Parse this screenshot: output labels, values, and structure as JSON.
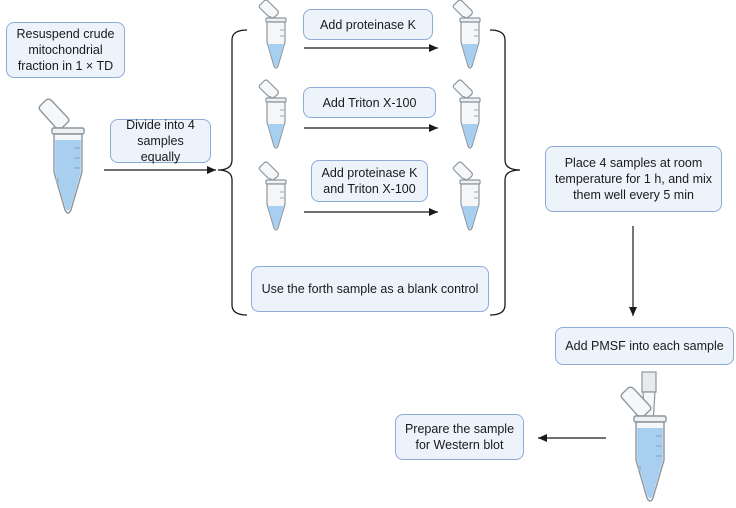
{
  "steps": {
    "resuspend": "Resuspend crude\nmitochondrial\nfraction in 1 × TD",
    "divide": "Divide into 4\nsamples equally",
    "add_proteinase_k": "Add proteinase K",
    "add_triton": "Add Triton X-100",
    "add_both": "Add proteinase K\nand Triton X-100",
    "blank_control": "Use the forth sample as a blank control",
    "incubate": "Place 4 samples at room\ntemperature for 1 h, and mix\nthem well every 5 min",
    "add_pmsf": "Add PMSF into each sample",
    "prepare": "Prepare the sample\nfor Western blot"
  },
  "colors": {
    "box_fill": "#edf3fb",
    "box_border": "#8eaad6",
    "liquid": "#a9cff0",
    "tube_outline": "#8c969e",
    "arrow": "#1a1a1a"
  },
  "icons": [
    "microcentrifuge-tube-icon",
    "pipette-tip-icon",
    "arrow-icon",
    "curly-bracket-icon"
  ]
}
